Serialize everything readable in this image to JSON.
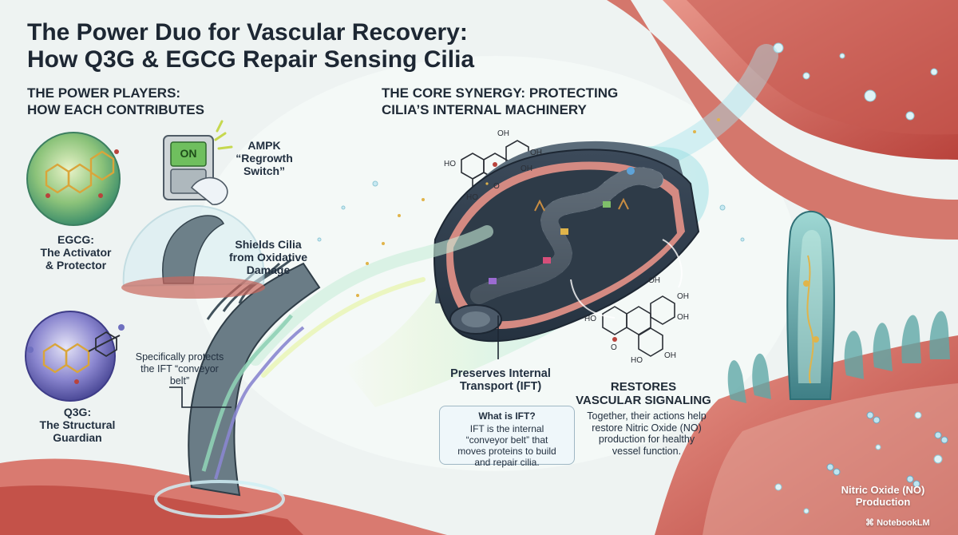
{
  "title": "The Power Duo for Vascular Recovery: How Q3G & EGCG Repair Sensing Cilia",
  "title_line1": "The Power Duo for Vascular Recovery:",
  "title_line2": "How Q3G & EGCG Repair Sensing Cilia",
  "left_section": {
    "heading_line1": "THE POWER PLAYERS:",
    "heading_line2": "HOW EACH CONTRIBUTES",
    "egcg": {
      "name_line1": "EGCG:",
      "name_line2": "The Activator",
      "name_line3": "& Protector"
    },
    "ampk": {
      "switch_text": "ON",
      "label_line1": "AMPK",
      "label_line2": "“Regrowth",
      "label_line3": "Switch”"
    },
    "shields": {
      "line1": "Shields Cilia",
      "line2": "from Oxidative",
      "line3": "Damage"
    },
    "q3g": {
      "name_line1": "Q3G:",
      "name_line2": "The Structural",
      "name_line3": "Guardian"
    },
    "protects": {
      "line1": "Specifically protects",
      "line2": "the IFT “conveyor",
      "line3": "belt”"
    }
  },
  "core_section": {
    "heading_line1": "THE CORE SYNERGY: PROTECTING",
    "heading_line2": "CILIA’S INTERNAL MACHINERY",
    "preserves_line1": "Preserves Internal",
    "preserves_line2": "Transport (IFT)",
    "ift_box": {
      "question": "What is IFT?",
      "line1": "IFT is the internal",
      "line2": "“conveyor belt” that",
      "line3": "moves proteins to build",
      "line4": "and repair cilia."
    },
    "mol_labels": [
      "HO",
      "OH",
      "OH",
      "HO",
      "OH",
      "O",
      "HO",
      "OH",
      "OH",
      "OH",
      "O",
      "HO",
      "OH"
    ]
  },
  "right_section": {
    "heading_line1": "RESTORES",
    "heading_line2": "VASCULAR SIGNALING",
    "body_line1": "Together, their actions help",
    "body_line2": "restore Nitric Oxide (NO)",
    "body_line3": "production for healthy",
    "body_line4": "vessel function.",
    "no_line1": "Nitric Oxide (NO)",
    "no_line2": "Production"
  },
  "brand": "NotebookLM",
  "colors": {
    "background": "#eef3f2",
    "vessel_red": "#c9524a",
    "vessel_pink": "#e88f84",
    "cilia_teal": "#3f8f8c",
    "egcg_green": "#7fbf6a",
    "q3g_purple": "#6e6fbf",
    "belt_gray": "#55606b",
    "glow_cyan": "#9fe3e8"
  }
}
